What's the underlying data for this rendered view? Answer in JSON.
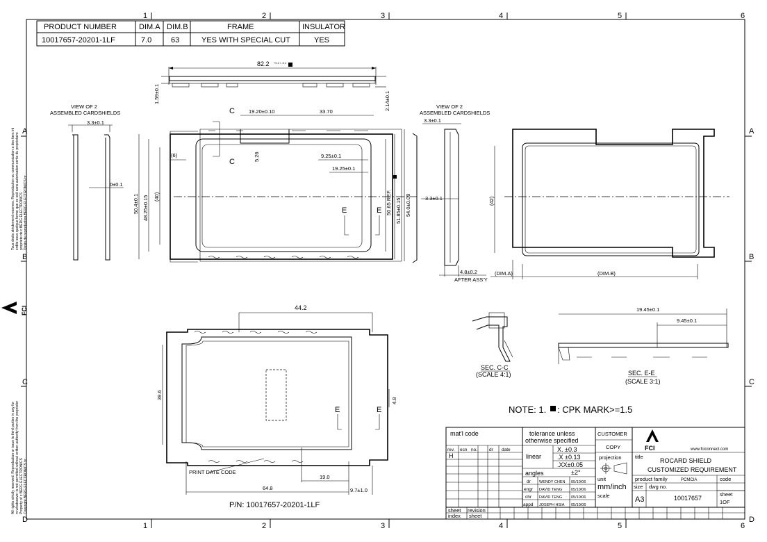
{
  "grid": {
    "columns": [
      "1",
      "2",
      "3",
      "4",
      "5",
      "6"
    ],
    "rows": [
      "A",
      "B",
      "C",
      "D"
    ]
  },
  "product_table": {
    "headers": [
      "PRODUCT NUMBER",
      "DIM.A",
      "DIM.B",
      "FRAME",
      "INSULATOR"
    ],
    "row": [
      "10017657-20201-1LF",
      "7.0",
      "63",
      "YES WITH SPECIAL CUT",
      "YES"
    ]
  },
  "left_margin": {
    "notice_fr": [
      "Tous droits strictement reserves. Reproduction ou communication a des tiers int",
      "erdite sous quelque forme que ce soit sans autorisation ecrite du proprietaire",
      "propriete de c BERG ELECTRONICS",
      "Droits de reproduction BERG ELECTRONICS br"
    ],
    "notice_en": [
      "All rights strictly reserved. Reproduction or issue to third parties in any for",
      "m whatsoever is not permitted without written authority from the proprietor",
      "Property of c BERG ELECTRONICS",
      "Copyright BERG ELECTRONICS br"
    ],
    "brand": "FCI"
  },
  "top_view": {
    "dim_length": "82.2",
    "dim_length_tol": "+0.2 / -0.1",
    "dim_left": "1.59±0.1",
    "dim_right": "2.14±0.1"
  },
  "side_left": {
    "title_line1": "VIEW OF 2",
    "title_line2": "ASSEMBLED CARDSHIELDS",
    "dim_top": "3.3±0.1",
    "dim_mid": "0±0.1"
  },
  "side_right": {
    "title_line1": "VIEW OF 2",
    "title_line2": "ASSEMBLED CARDSHIELDS",
    "dim_top": "3.3±0.1",
    "dim_mid": "3.3±0.1",
    "dim_bottom": "4.8±0.2",
    "after": "AFTER ASS'Y"
  },
  "front_view": {
    "section_mark": "C",
    "dim_1920": "19.20±0.10",
    "dim_3370": "33.70",
    "dim_526": "5.26",
    "dim_6": "(6)",
    "dim_925": "9.25±0.1",
    "dim_1925": "19.25±0.1",
    "dim_504": "50.4±0.1",
    "dim_4825": "48.25±0.15",
    "dim_40": "(40)",
    "dim_5065": "50.65 REF.",
    "dim_5185": "51.85±0.15",
    "dim_540": "54.0±0.08",
    "section_e": "E"
  },
  "right_view": {
    "dim_42": "(42)",
    "dim_a": "(DIM.A)",
    "dim_b": "(DIM.B)"
  },
  "bottom_view": {
    "dim_442": "44.2",
    "dim_396": "39.6",
    "dim_48": "4.8",
    "dim_190": "19.0",
    "dim_648": "64.8",
    "dim_97": "9.7±1.0",
    "print_date": "PRINT DATE CODE",
    "part_number": "P/N: 10017657-20201-1LF",
    "section_e": "E"
  },
  "sections": {
    "cc_title": "SEC. C-C",
    "cc_scale": "(SCALE 4:1)",
    "ee_title": "SEC. E-E",
    "ee_scale": "(SCALE 3:1)",
    "dim_1945": "19.45±0.1",
    "dim_945": "9.45±0.1"
  },
  "note": {
    "prefix": "NOTE: 1.",
    "text": ": CPK MARK>=1.5"
  },
  "title_block": {
    "matl_code": "mat'l code",
    "tolerance_line1": "tolerance unless",
    "tolerance_line2": "otherwise specified",
    "customer": "CUSTOMER",
    "copy": "COPY",
    "projection": "projection",
    "rev_headers": [
      "rev.",
      "ecn",
      "no.",
      "dr",
      "date"
    ],
    "rev_value": "H",
    "linear": "linear",
    "tol_x": "X. ±0.3",
    "tol_xx": ".X ±0.13",
    "tol_xxx": ".XX±0.05",
    "angles": "angles",
    "angles_val": "±2°",
    "sign_rows": [
      {
        "role": "dr",
        "name": "WENDY CHEN",
        "date": "05/10/06"
      },
      {
        "role": "engr",
        "name": "DAVID TENG",
        "date": "05/10/06"
      },
      {
        "role": "chr",
        "name": "DAVID TENG",
        "date": "05/10/06"
      },
      {
        "role": "appd",
        "name": "JOSEPH HSIA",
        "date": "05/10/06"
      }
    ],
    "unit": "unit",
    "unit_val": "mm/inch",
    "scale": "scale",
    "logo": "FCI",
    "website": "www.fciconnect.com",
    "title_label": "title",
    "title_line1": "ROCARD SHIELD",
    "title_line2": "CUSTOMIZED REQUIREMENT",
    "product_family": "product family",
    "product_family_val": "PCMCIA",
    "code": "code",
    "size": "size",
    "dwg_no": "dwg no.",
    "size_val": "A3",
    "dwg_val": "10017657",
    "sheet": "sheet",
    "sheet_val": "1OF",
    "sheet_revision": [
      "sheet",
      "revision"
    ],
    "index_sheet": [
      "index",
      "sheet"
    ]
  }
}
